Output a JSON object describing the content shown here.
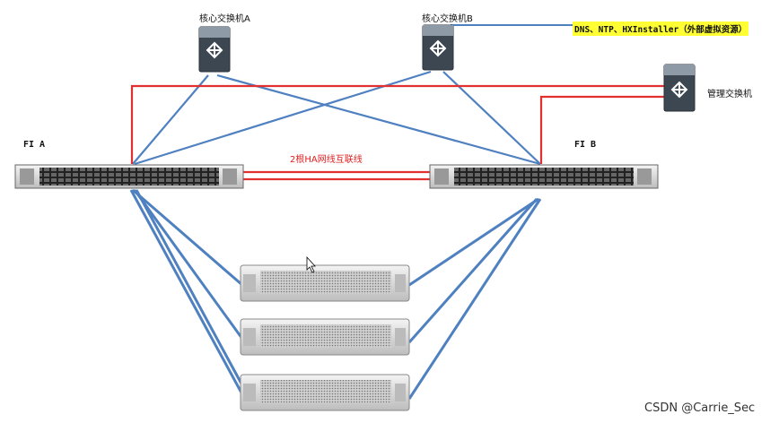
{
  "labels": {
    "core_a": "核心交换机A",
    "core_b": "核心交换机B",
    "external": "DNS、NTP、HXInstaller（外部虚拟资源）",
    "mgmt": "管理交换机",
    "fi_a": "FI A",
    "fi_b": "FI B",
    "ha_link": "2根HA网线互联线",
    "watermark": "CSDN @Carrie_Sec"
  },
  "icons": {
    "switch": "switch-icon",
    "fabric": "fabric-interconnect-icon",
    "server": "rack-server-icon",
    "cursor": "mouse-pointer-icon"
  },
  "colors": {
    "red_link": "#e03030",
    "blue_link": "#4f80c0",
    "highlight": "#ffff33"
  }
}
